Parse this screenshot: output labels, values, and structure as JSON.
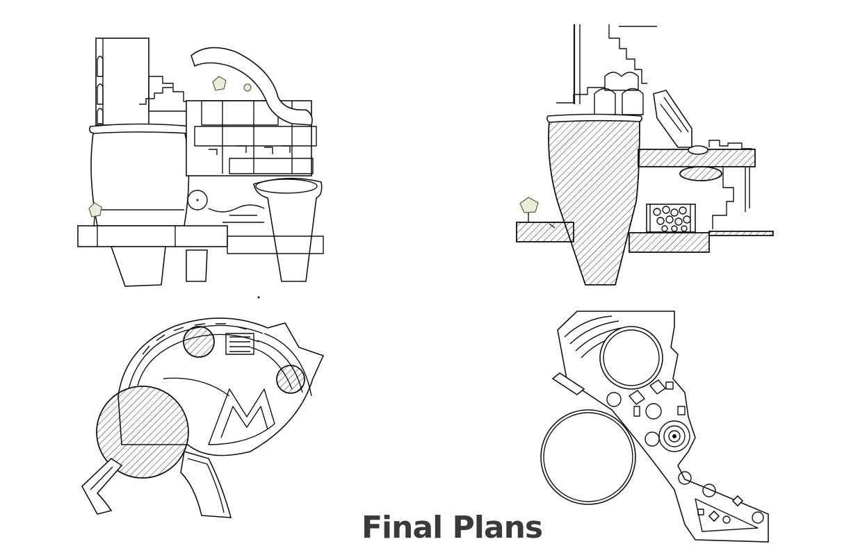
{
  "sheet": {
    "title": "Final Plans"
  },
  "drawings": [
    {
      "id": "elevation",
      "icon": "building-elevation-drawing"
    },
    {
      "id": "section",
      "icon": "building-section-drawing"
    },
    {
      "id": "plan-a",
      "icon": "floor-plan-drawing"
    },
    {
      "id": "plan-b",
      "icon": "floor-plan-drawing"
    }
  ],
  "colors": {
    "line": "#111111",
    "title": "#3a3a3a",
    "tree": "#e9eed8",
    "background": "#ffffff"
  }
}
